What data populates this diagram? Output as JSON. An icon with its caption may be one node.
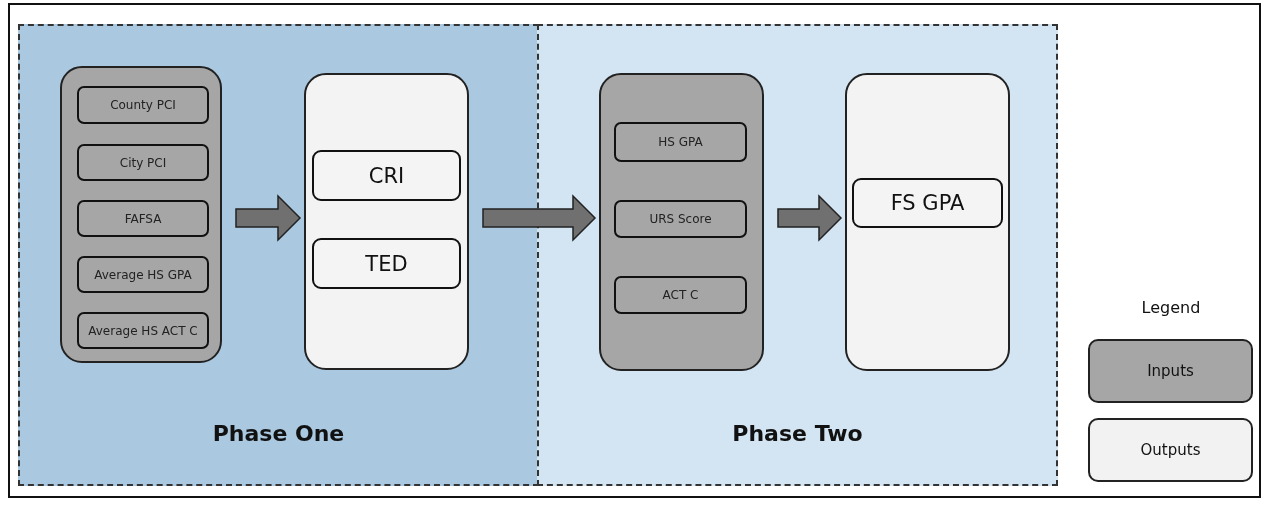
{
  "diagram": {
    "nodes": [
      {
        "text": [
          "Phase One"
        ]
      },
      {
        "text": [
          "Phase Two"
        ]
      },
      {
        "text": [],
        "shape": "box",
        "in": 0
      },
      {
        "text": [
          "County PCI"
        ],
        "in": 2
      },
      {
        "text": [
          "City PCI"
        ],
        "in": 2
      },
      {
        "text": [
          "FAFSA"
        ],
        "in": 2
      },
      {
        "text": [
          "Average HS GPA"
        ],
        "in": 2
      },
      {
        "text": [
          "Average HS ACT C"
        ],
        "in": 2
      },
      {
        "text": [],
        "shape": "box",
        "in": 0
      },
      {
        "text": [
          "CRI"
        ],
        "in": 8
      },
      {
        "text": [
          "TED"
        ],
        "in": 8
      },
      {
        "text": [],
        "shape": "box",
        "in": 1
      },
      {
        "text": [
          "HS GPA"
        ],
        "in": 11
      },
      {
        "text": [
          "URS Score"
        ],
        "in": 11
      },
      {
        "text": [
          "ACT C"
        ],
        "in": 11
      },
      {
        "text": [],
        "shape": "box",
        "in": 1
      },
      {
        "text": [
          "FS GPA"
        ],
        "in": 15
      }
    ],
    "edges": [
      {
        "from": 2,
        "to": 8,
        "arrow": "to"
      },
      {
        "from": 8,
        "to": 11,
        "arrow": "to"
      },
      {
        "from": 11,
        "to": 15,
        "arrow": "to"
      }
    ],
    "labels": [
      "Legend"
    ],
    "legend": [
      {
        "text": "Inputs",
        "color": "#a6a6a6"
      },
      {
        "text": "Outputs",
        "color": "#f2f2f2"
      }
    ]
  }
}
